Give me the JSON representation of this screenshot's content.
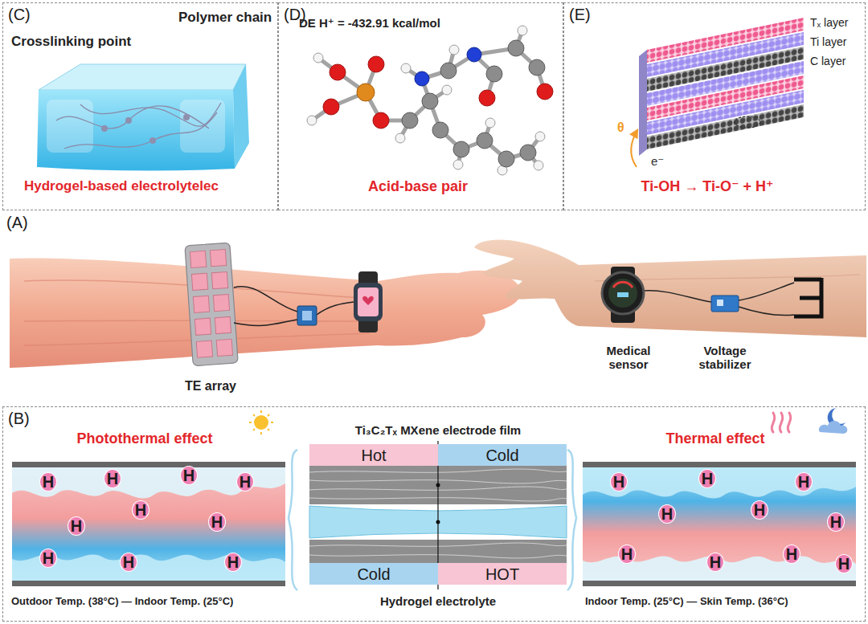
{
  "diagram": {
    "nodes": [
      {
        "text": [
          "(C)"
        ]
      },
      {
        "text": [
          "(D)"
        ]
      },
      {
        "text": [
          "(E)"
        ]
      },
      {
        "text": [
          "(B)"
        ]
      },
      {
        "text": [
          "Hot"
        ],
        "in": 3
      },
      {
        "text": [
          "Cold"
        ],
        "in": 3
      },
      {
        "text": [
          "Cold"
        ],
        "in": 3
      },
      {
        "text": [
          "HOT"
        ],
        "in": 3
      },
      {
        "text": [
          "H"
        ],
        "in": 3
      },
      {
        "text": [
          "H"
        ],
        "in": 3
      },
      {
        "text": [
          "H"
        ],
        "in": 3
      },
      {
        "text": [
          "H"
        ],
        "in": 3
      },
      {
        "text": [
          "H"
        ],
        "in": 3
      },
      {
        "text": [
          "H"
        ],
        "in": 3
      },
      {
        "text": [
          "H"
        ],
        "in": 3
      },
      {
        "text": [
          "H"
        ],
        "in": 3
      },
      {
        "text": [
          "H"
        ],
        "in": 3
      },
      {
        "text": [
          "H"
        ],
        "in": 3
      },
      {
        "text": [
          "H"
        ],
        "in": 3
      },
      {
        "text": [
          "H"
        ],
        "in": 3
      },
      {
        "text": [
          "H"
        ],
        "in": 3
      },
      {
        "text": [
          "H"
        ],
        "in": 3
      },
      {
        "text": [
          "H"
        ],
        "in": 3
      },
      {
        "text": [
          "H"
        ],
        "in": 3
      },
      {
        "text": [
          "H"
        ],
        "in": 3
      },
      {
        "text": [
          "H"
        ],
        "in": 3
      },
      {
        "text": [
          "H"
        ],
        "in": 3
      },
      {
        "text": [
          "H"
        ],
        "in": 3
      }
    ],
    "labels": [
      "Polymer chain",
      "Crosslinking point",
      "Hydrogel-based electrolytelec",
      "DE H⁺ = -432.91 kcal/mol",
      "Acid-base pair",
      "Tₓ layer",
      "Ti layer",
      "C layer",
      "θ",
      "e⁻",
      "Ti-OH → Ti-O⁻ + H⁺",
      "(A)",
      "TE array",
      "Medical sensor",
      "Voltage stabilizer",
      "Photothermal effect",
      "Outdoor Temp. (38°C) — Indoor Temp. (25°C)",
      "Ti₃C₂Tₓ MXene electrode film",
      "Hydrogel electrolyte",
      "Thermal effect",
      "Indoor Temp. (25°C) — Skin Temp. (36°C)"
    ]
  }
}
